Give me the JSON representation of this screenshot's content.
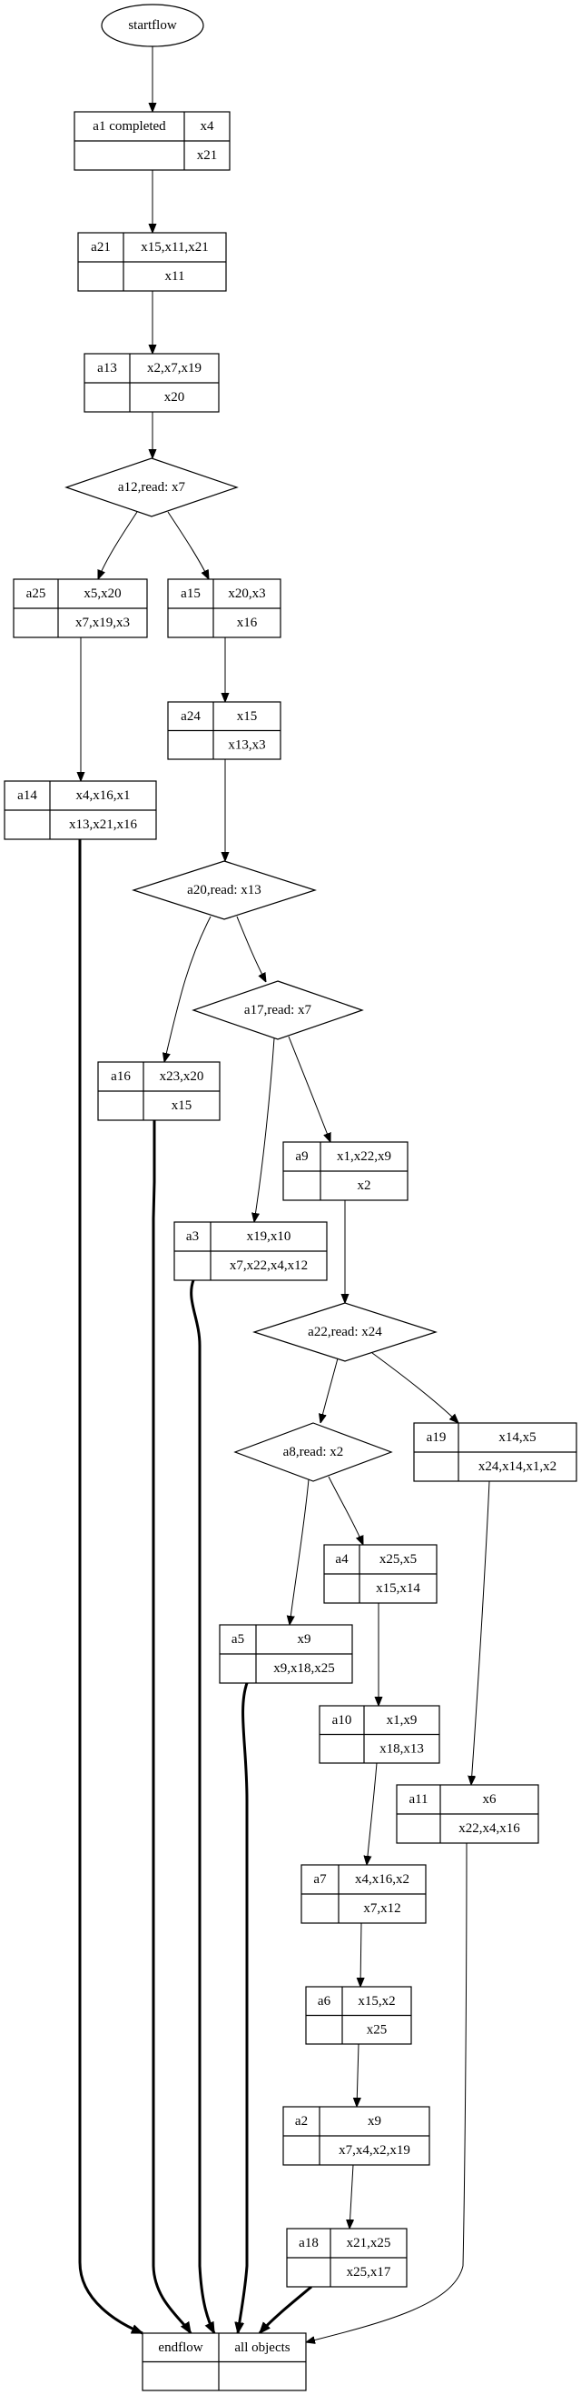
{
  "diagram": {
    "title": "Workflow graph",
    "start": {
      "id": "startflow",
      "label": "startflow"
    },
    "end": {
      "id": "endflow",
      "label": "endflow",
      "objects_label": "all objects"
    },
    "activities": [
      {
        "id": "a1",
        "name": "a1  completed",
        "inputs": "x4",
        "outputs": "x21"
      },
      {
        "id": "a21",
        "name": "a21",
        "inputs": "x15,x11,x21",
        "outputs": "x11"
      },
      {
        "id": "a13",
        "name": "a13",
        "inputs": "x2,x7,x19",
        "outputs": "x20"
      },
      {
        "id": "a25",
        "name": "a25",
        "inputs": "x5,x20",
        "outputs": "x7,x19,x3"
      },
      {
        "id": "a15",
        "name": "a15",
        "inputs": "x20,x3",
        "outputs": "x16"
      },
      {
        "id": "a24",
        "name": "a24",
        "inputs": "x15",
        "outputs": "x13,x3"
      },
      {
        "id": "a14",
        "name": "a14",
        "inputs": "x4,x16,x1",
        "outputs": "x13,x21,x16"
      },
      {
        "id": "a16",
        "name": "a16",
        "inputs": "x23,x20",
        "outputs": "x15"
      },
      {
        "id": "a9",
        "name": "a9",
        "inputs": "x1,x22,x9",
        "outputs": "x2"
      },
      {
        "id": "a3",
        "name": "a3",
        "inputs": "x19,x10",
        "outputs": "x7,x22,x4,x12"
      },
      {
        "id": "a19",
        "name": "a19",
        "inputs": "x14,x5",
        "outputs": "x24,x14,x1,x2"
      },
      {
        "id": "a4",
        "name": "a4",
        "inputs": "x25,x5",
        "outputs": "x15,x14"
      },
      {
        "id": "a5",
        "name": "a5",
        "inputs": "x9",
        "outputs": "x9,x18,x25"
      },
      {
        "id": "a10",
        "name": "a10",
        "inputs": "x1,x9",
        "outputs": "x18,x13"
      },
      {
        "id": "a11",
        "name": "a11",
        "inputs": "x6",
        "outputs": "x22,x4,x16"
      },
      {
        "id": "a7",
        "name": "a7",
        "inputs": "x4,x16,x2",
        "outputs": "x7,x12"
      },
      {
        "id": "a6",
        "name": "a6",
        "inputs": "x15,x2",
        "outputs": "x25"
      },
      {
        "id": "a2",
        "name": "a2",
        "inputs": "x9",
        "outputs": "x7,x4,x2,x19"
      },
      {
        "id": "a18",
        "name": "a18",
        "inputs": "x21,x25",
        "outputs": "x25,x17"
      }
    ],
    "decisions": [
      {
        "id": "a12",
        "label": "a12,read: x7"
      },
      {
        "id": "a20",
        "label": "a20,read: x13"
      },
      {
        "id": "a17",
        "label": "a17,read: x7"
      },
      {
        "id": "a22",
        "label": "a22,read: x24"
      },
      {
        "id": "a8",
        "label": "a8,read: x2"
      }
    ],
    "edges": [
      {
        "from": "startflow",
        "to": "a1"
      },
      {
        "from": "a1",
        "to": "a21"
      },
      {
        "from": "a21",
        "to": "a13"
      },
      {
        "from": "a13",
        "to": "a12"
      },
      {
        "from": "a12",
        "to": "a25"
      },
      {
        "from": "a12",
        "to": "a15"
      },
      {
        "from": "a25",
        "to": "a14"
      },
      {
        "from": "a15",
        "to": "a24"
      },
      {
        "from": "a24",
        "to": "a20"
      },
      {
        "from": "a20",
        "to": "a16"
      },
      {
        "from": "a20",
        "to": "a17"
      },
      {
        "from": "a17",
        "to": "a3"
      },
      {
        "from": "a17",
        "to": "a9"
      },
      {
        "from": "a9",
        "to": "a22"
      },
      {
        "from": "a22",
        "to": "a8"
      },
      {
        "from": "a22",
        "to": "a19"
      },
      {
        "from": "a8",
        "to": "a5"
      },
      {
        "from": "a8",
        "to": "a4"
      },
      {
        "from": "a4",
        "to": "a10"
      },
      {
        "from": "a10",
        "to": "a7"
      },
      {
        "from": "a19",
        "to": "a11"
      },
      {
        "from": "a7",
        "to": "a6"
      },
      {
        "from": "a6",
        "to": "a2"
      },
      {
        "from": "a2",
        "to": "a18"
      },
      {
        "from": "a14",
        "to": "endflow",
        "bold": true
      },
      {
        "from": "a16",
        "to": "endflow",
        "bold": true
      },
      {
        "from": "a3",
        "to": "endflow",
        "bold": true
      },
      {
        "from": "a5",
        "to": "endflow",
        "bold": true
      },
      {
        "from": "a18",
        "to": "endflow",
        "bold": true
      },
      {
        "from": "a11",
        "to": "endflow"
      }
    ]
  }
}
